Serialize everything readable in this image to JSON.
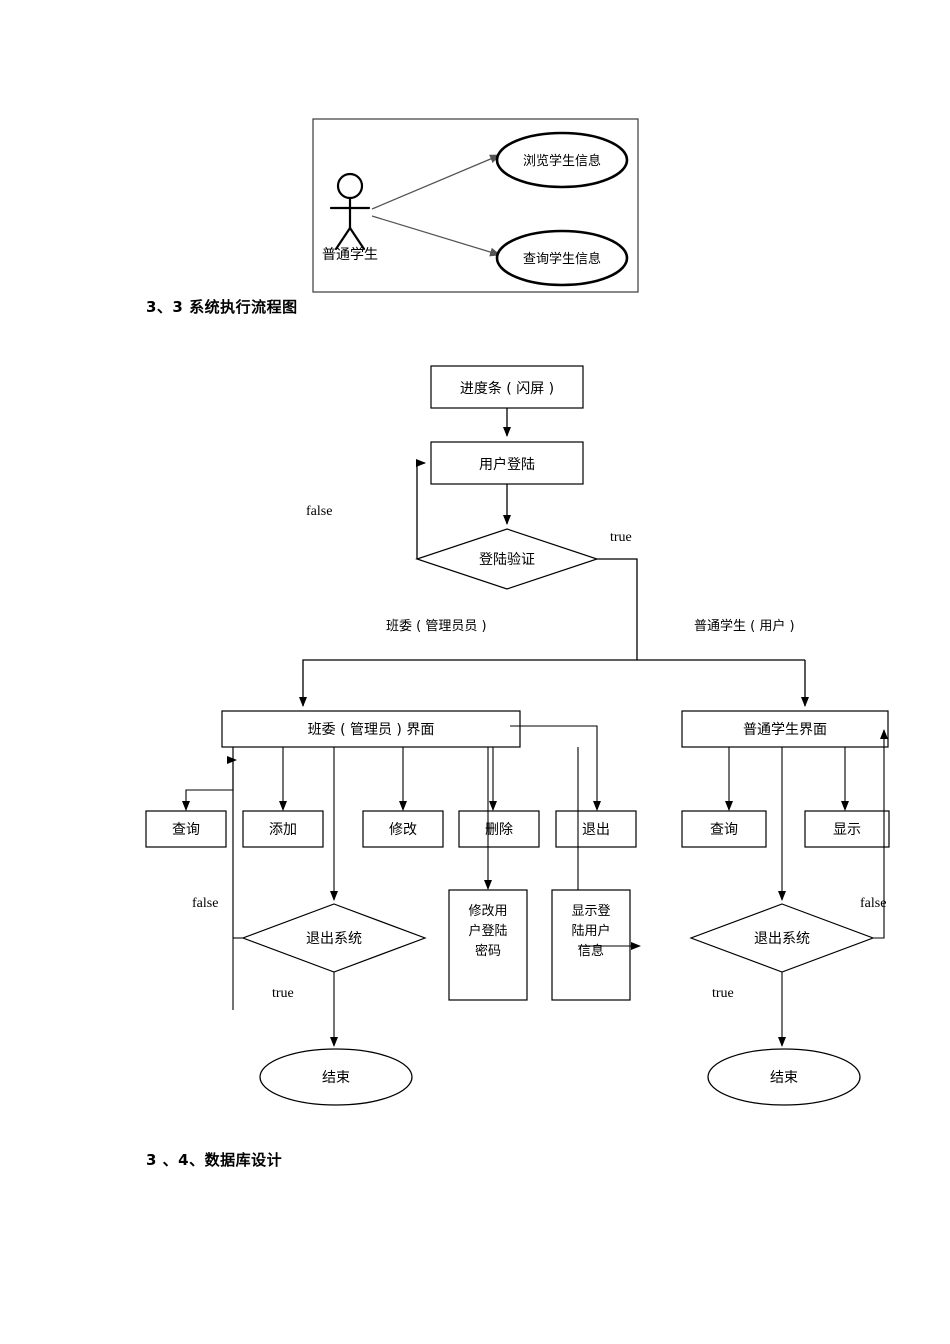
{
  "document": {
    "headings": {
      "flow": "3、3 系统执行流程图",
      "database": "3 、4、数据库设计"
    }
  },
  "usecase_diagram": {
    "actor_label": "普通学生",
    "usecases": [
      {
        "id": "browse",
        "label": "浏览学生信息"
      },
      {
        "id": "query",
        "label": "查询学生信息"
      }
    ]
  },
  "flowchart": {
    "nodes": {
      "splash": {
        "label": "进度条 ( 闪屏 )",
        "type": "process"
      },
      "login": {
        "label": "用户登陆",
        "type": "process"
      },
      "login_check": {
        "label": "登陆验证",
        "type": "decision"
      },
      "admin_ui": {
        "label": "班委 ( 管理员 ) 界面",
        "type": "process"
      },
      "student_ui": {
        "label": "普通学生界面",
        "type": "process"
      },
      "admin_query": {
        "label": "查询",
        "type": "process"
      },
      "admin_add": {
        "label": "添加",
        "type": "process"
      },
      "admin_modify": {
        "label": "修改",
        "type": "process"
      },
      "admin_delete": {
        "label": "删除",
        "type": "process"
      },
      "admin_exit": {
        "label": "退出",
        "type": "process"
      },
      "student_query": {
        "label": "查询",
        "type": "process"
      },
      "student_show": {
        "label": "显示",
        "type": "process"
      },
      "change_pwd": {
        "label_lines": [
          "修改用",
          "户登陆",
          "密码"
        ],
        "type": "process"
      },
      "show_user": {
        "label_lines": [
          "显示登",
          "陆用户",
          "信息"
        ],
        "type": "process"
      },
      "admin_exit_check": {
        "label": "退出系统",
        "type": "decision"
      },
      "student_exit_check": {
        "label": "退出系统",
        "type": "decision"
      },
      "admin_end": {
        "label": "结束",
        "type": "terminator"
      },
      "student_end": {
        "label": "结束",
        "type": "terminator"
      }
    },
    "edge_labels": {
      "login_false": "false",
      "login_true": "true",
      "branch_admin": "班委 ( 管理员员   )",
      "branch_student": "普通学生 ( 用户 )",
      "admin_exit_false": "false",
      "admin_exit_true": "true",
      "student_exit_false": "false",
      "student_exit_true": "true"
    }
  },
  "colors": {
    "stroke": "#000000",
    "background": "#ffffff",
    "usecase_arrow": "#555555",
    "frame": "#3a3a3a"
  }
}
